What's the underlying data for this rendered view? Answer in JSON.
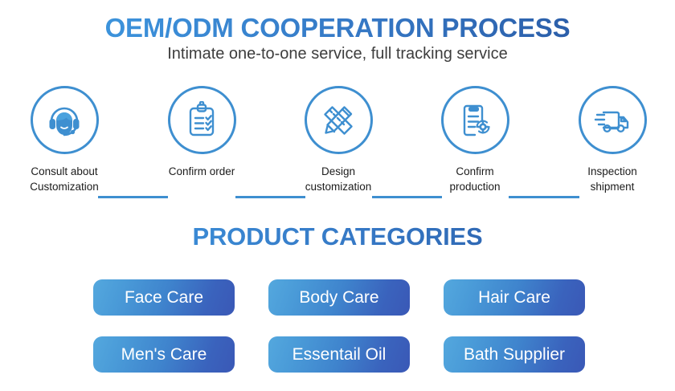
{
  "process": {
    "title": "OEM/ODM COOPERATION PROCESS",
    "subtitle": "Intimate one-to-one service, full tracking service",
    "steps": [
      {
        "icon": "headset-agent-icon",
        "label": "Consult about\nCustomization"
      },
      {
        "icon": "clipboard-checklist-icon",
        "label": "Confirm order"
      },
      {
        "icon": "pencil-ruler-icon",
        "label": "Design\ncustomization"
      },
      {
        "icon": "document-gear-icon",
        "label": "Confirm\nproduction"
      },
      {
        "icon": "delivery-truck-icon",
        "label": "Inspection\nshipment"
      }
    ]
  },
  "categories": {
    "title": "PRODUCT CATEGORIES",
    "items": [
      {
        "label": "Face Care"
      },
      {
        "label": "Body Care"
      },
      {
        "label": "Hair Care"
      },
      {
        "label": "Men's Care"
      },
      {
        "label": "Essentail Oil"
      },
      {
        "label": "Bath Supplier"
      }
    ]
  },
  "colors": {
    "background": "#ffffff",
    "accent_light_blue": "#3fa0e3",
    "accent_dark_blue": "#27559c",
    "circle_stroke": "#3e8fd0",
    "connector_line": "#3e8fd0",
    "button_gradient_start": "#54a8de",
    "button_gradient_end": "#3a58b6",
    "label_text": "#1b1b1b",
    "subtitle_text": "#3d3d3d"
  }
}
